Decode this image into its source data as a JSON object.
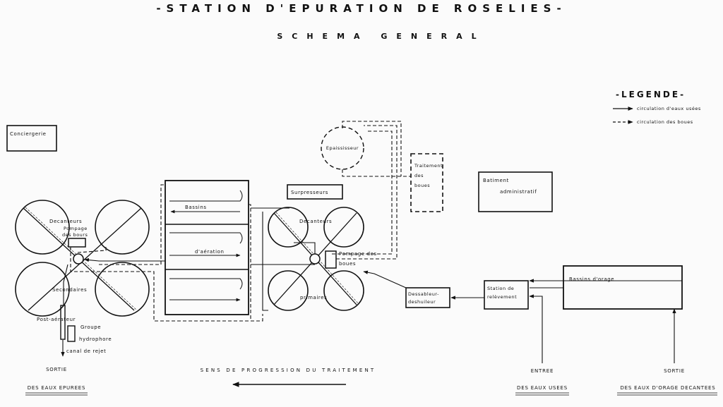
{
  "title": "-STATION D'EPURATION DE ROSELIES-",
  "subtitle": "SCHEMA GENERAL",
  "legend": {
    "title": "-LEGENDE-",
    "items": [
      {
        "label": "circulation d'eaux usées",
        "style": "solid"
      },
      {
        "label": "circulation des boues",
        "style": "dashed"
      }
    ]
  },
  "labels": {
    "conciergerie": "Conciergerie",
    "epaississeur": "Epaississeur",
    "traitement_1": "Traitement",
    "traitement_2": "des",
    "traitement_3": "boues",
    "surpresseurs": "Surpresseurs",
    "batiment_1": "Batiment",
    "batiment_2": "administratif",
    "bassins": "Bassins",
    "aeration": "d'aération",
    "decanteurs_left": "Decanteurs",
    "pompage_left_1": "Pompage",
    "pompage_left_2": "des bours",
    "secondaires": "Secondaires",
    "decanteurs_mid": "Decanteurs",
    "pompage_mid": "Pompage des",
    "boues_mid": "boues",
    "primaires": "primaires",
    "dessableur_1": "Dessableur-",
    "dessableur_2": "deshuileur",
    "station_1": "Station de",
    "station_2": "relèvement",
    "bassins_orage": "Bassins d'orage",
    "post_aerateur": "Post-aérateur",
    "groupe": "Groupe",
    "hydrophore": "hydrophore",
    "canal": "canal de rejet"
  },
  "bottom": {
    "sortie_left": "SORTIE",
    "eaux_epurees": "DES EAUX EPUREES",
    "sens": "SENS DE PROGRESSION DU TRAITEMENT",
    "entree": "ENTREE",
    "eaux_usees": "DES EAUX USEES",
    "sortie_right": "SORTIE",
    "eaux_orage": "DES EAUX D'ORAGE DECANTEES"
  },
  "colors": {
    "ink": "#111111",
    "paper": "#fbfbfb"
  }
}
